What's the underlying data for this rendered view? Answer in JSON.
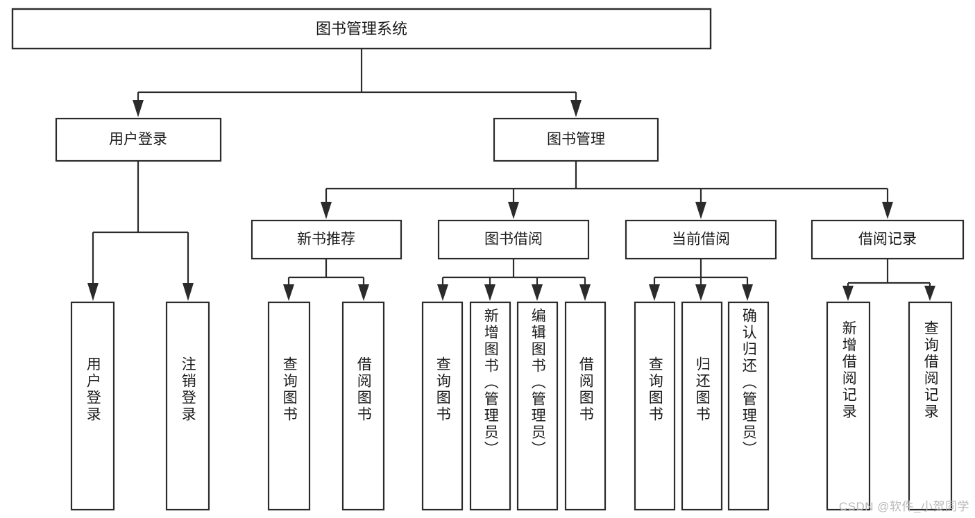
{
  "diagram": {
    "title": "图书管理系统",
    "type": "tree",
    "orientation": "top-down",
    "colors": {
      "box_stroke": "#2b2b2b",
      "box_fill": "#ffffff",
      "text": "#1a1a1a",
      "connector": "#2b2b2b",
      "background": "#ffffff",
      "watermark": "#b9b9b9"
    }
  },
  "root": {
    "label": "图书管理系统"
  },
  "level2": [
    {
      "label": "用户登录"
    },
    {
      "label": "图书管理"
    }
  ],
  "level3": [
    {
      "label": "新书推荐"
    },
    {
      "label": "图书借阅"
    },
    {
      "label": "当前借阅"
    },
    {
      "label": "借阅记录"
    }
  ],
  "leaves": {
    "user_login": [
      {
        "label": "用户登录"
      },
      {
        "label": "注销登录"
      }
    ],
    "new_book": [
      {
        "label": "查询图书"
      },
      {
        "label": "借阅图书"
      }
    ],
    "book_borrow": [
      {
        "label": "查询图书"
      },
      {
        "label": "新增图书（管理员）"
      },
      {
        "label": "编辑图书（管理员）"
      },
      {
        "label": "借阅图书"
      }
    ],
    "current_borrow": [
      {
        "label": "查询图书"
      },
      {
        "label": "归还图书"
      },
      {
        "label": "确认归还（管理员）"
      }
    ],
    "borrow_record": [
      {
        "label": "新增借阅记录"
      },
      {
        "label": "查询借阅记录"
      }
    ]
  },
  "watermark": {
    "text": "CSDN @软件_小贺同学"
  }
}
